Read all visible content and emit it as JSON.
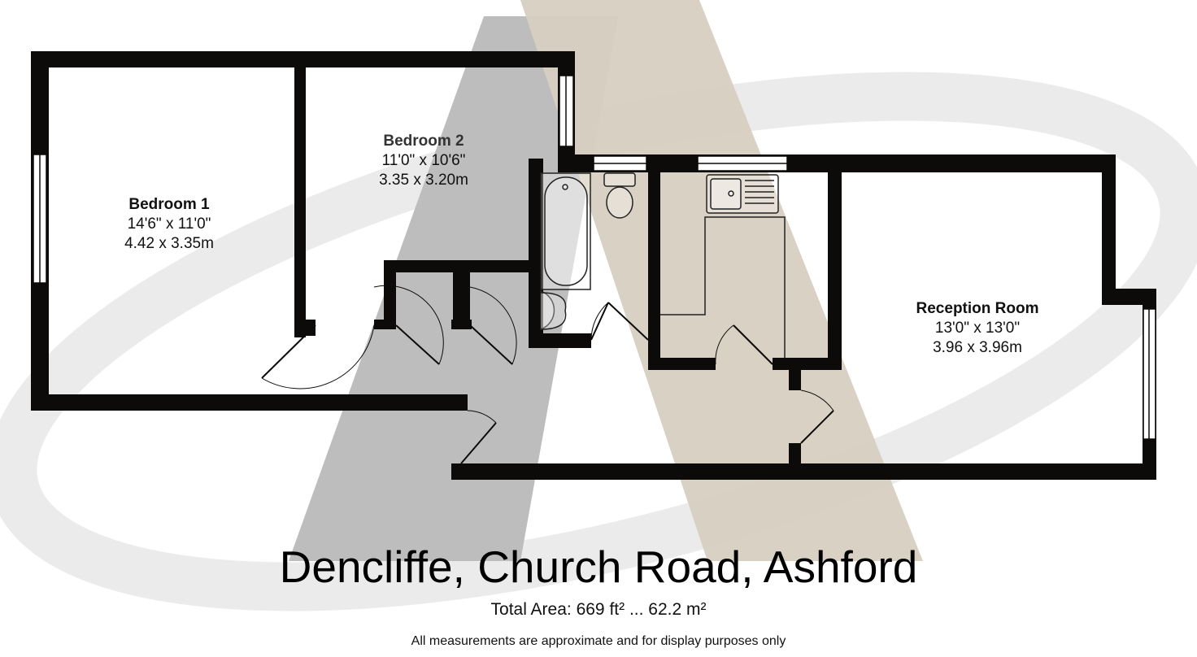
{
  "rooms": [
    {
      "name": "Bedroom 1",
      "imperial": "14'6\" x 11'0\"",
      "metric": "4.42 x 3.35m"
    },
    {
      "name": "Bedroom 2",
      "imperial": "11'0\" x 10'6\"",
      "metric": "3.35 x 3.20m"
    },
    {
      "name": "Reception Room",
      "imperial": "13'0\" x 13'0\"",
      "metric": "3.96 x 3.96m"
    }
  ],
  "footer": {
    "address": "Dencliffe, Church Road, Ashford",
    "total_area": "Total Area: 669 ft² ... 62.2 m²",
    "disclaimer": "All measurements are approximate and for display purposes only"
  },
  "colors": {
    "wall": "#0d0b09",
    "logo_gray": "#bdbdbd",
    "logo_tan": "#d8cfc2"
  }
}
